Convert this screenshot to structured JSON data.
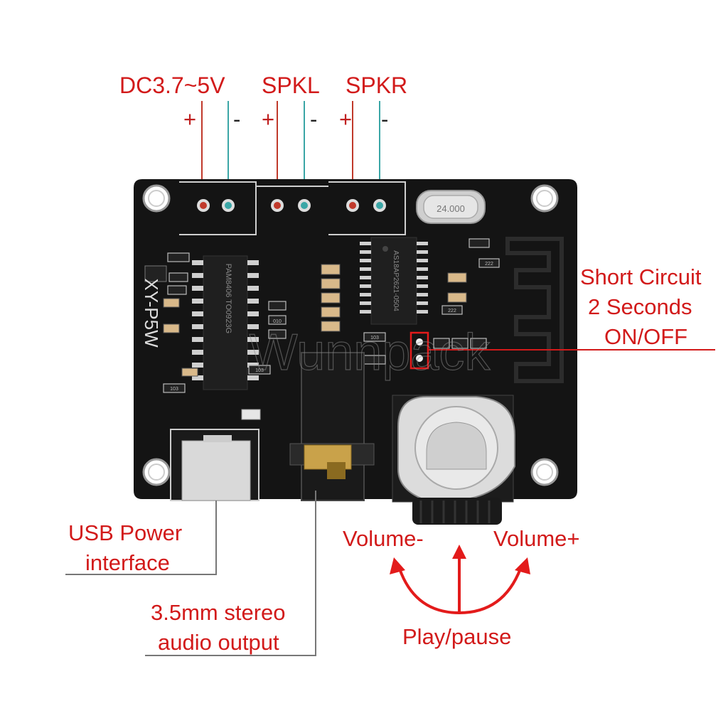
{
  "terminals": {
    "power": {
      "label": "DC3.7~5V",
      "plus": "+",
      "minus": "-"
    },
    "left": {
      "label": "SPKL",
      "plus": "+",
      "minus": "-"
    },
    "right": {
      "label": "SPKR",
      "plus": "+",
      "minus": "-"
    }
  },
  "board": {
    "model": "XY-P5W",
    "crystal": "24.000",
    "chips": {
      "amp": "PAM8406 TO0923G",
      "bt": "AS18AP2621-0504"
    },
    "resistors": [
      "103",
      "010",
      "222",
      "222",
      "103",
      "103"
    ],
    "watermark": "Wunnpack"
  },
  "callouts": {
    "short_circuit": [
      "Short Circuit",
      "2 Seconds",
      "ON/OFF"
    ],
    "usb": [
      "USB Power",
      "interface"
    ],
    "audio": [
      "3.5mm stereo",
      "audio output"
    ],
    "volume_minus": "Volume-",
    "volume_plus": "Volume+",
    "play_pause": "Play/pause"
  },
  "colors": {
    "accent": "#d21a1a",
    "pcb": "#141414",
    "teal_wire": "#3aa6a6",
    "red_wire": "#c0392b"
  }
}
